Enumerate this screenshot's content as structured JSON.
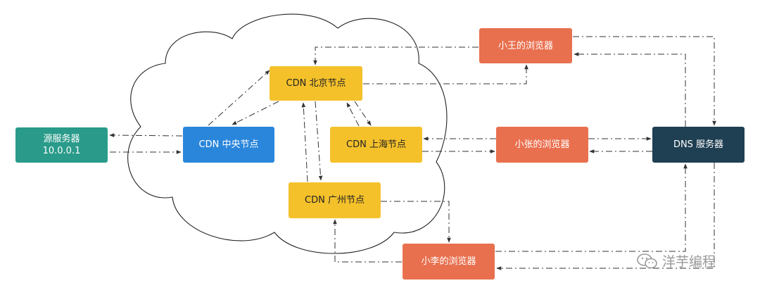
{
  "nodes": {
    "source_server": {
      "line1": "源服务器",
      "line2": "10.0.0.1",
      "color": "#2a9b8a"
    },
    "cdn_central": {
      "label": "CDN 中央节点",
      "color": "#2a86db"
    },
    "cdn_beijing": {
      "label": "CDN 北京节点",
      "color": "#f5c12b"
    },
    "cdn_shanghai": {
      "label": "CDN 上海节点",
      "color": "#f5c12b"
    },
    "cdn_guangzhou": {
      "label": "CDN 广州节点",
      "color": "#f5c12b"
    },
    "browser_wang": {
      "label": "小王的浏览器",
      "color": "#e9704f"
    },
    "browser_zhang": {
      "label": "小张的浏览器",
      "color": "#e9704f"
    },
    "browser_li": {
      "label": "小李的浏览器",
      "color": "#e9704f"
    },
    "dns_server": {
      "label": "DNS 服务器",
      "color": "#1f3f52"
    }
  },
  "watermark": {
    "text": "洋芋编程",
    "icon": "wechat-icon"
  }
}
